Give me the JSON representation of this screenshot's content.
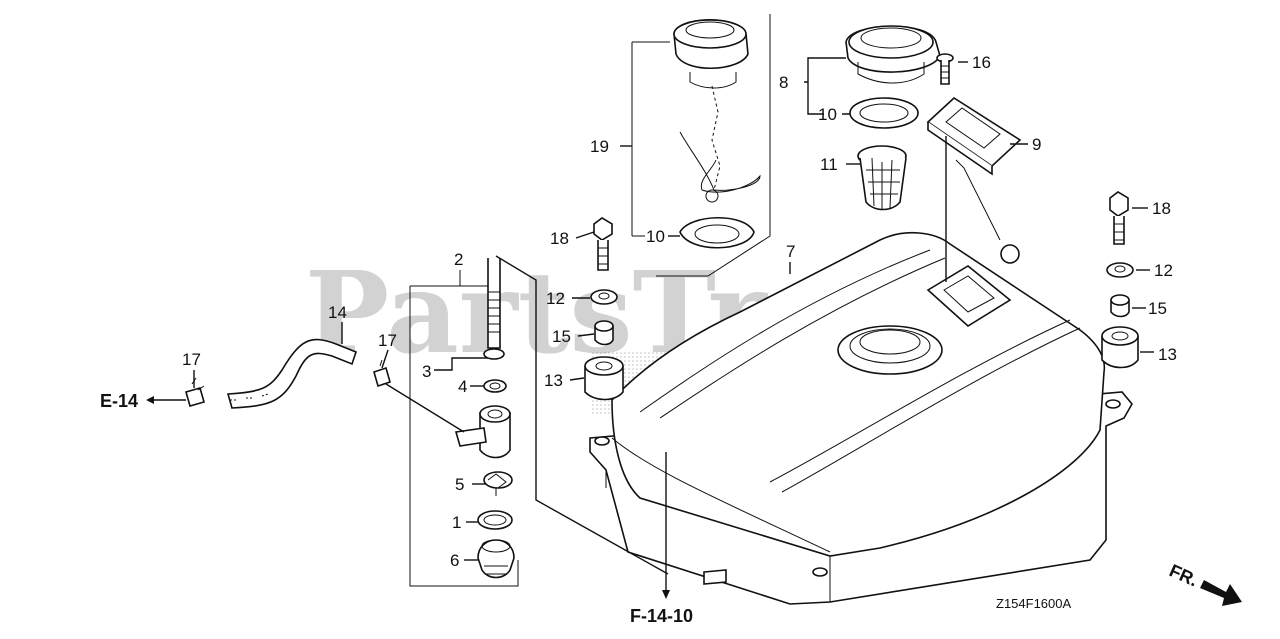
{
  "watermark": "PartsTree",
  "drawing_code": "Z154F1600A",
  "references": {
    "e14": "E-14",
    "f1410": "F-14-10",
    "front": "FR."
  },
  "callouts": {
    "c1": "1",
    "c2": "2",
    "c3": "3",
    "c4": "4",
    "c5": "5",
    "c6": "6",
    "c7": "7",
    "c8": "8",
    "c9": "9",
    "c10a": "10",
    "c10b": "10",
    "c11": "11",
    "c12a": "12",
    "c12b": "12",
    "c13a": "13",
    "c13b": "13",
    "c14": "14",
    "c15a": "15",
    "c15b": "15",
    "c16": "16",
    "c17a": "17",
    "c17b": "17",
    "c18a": "18",
    "c18b": "18",
    "c19": "19"
  },
  "colors": {
    "line": "#111111",
    "watermark": "#d2d2d2",
    "background": "#ffffff"
  }
}
